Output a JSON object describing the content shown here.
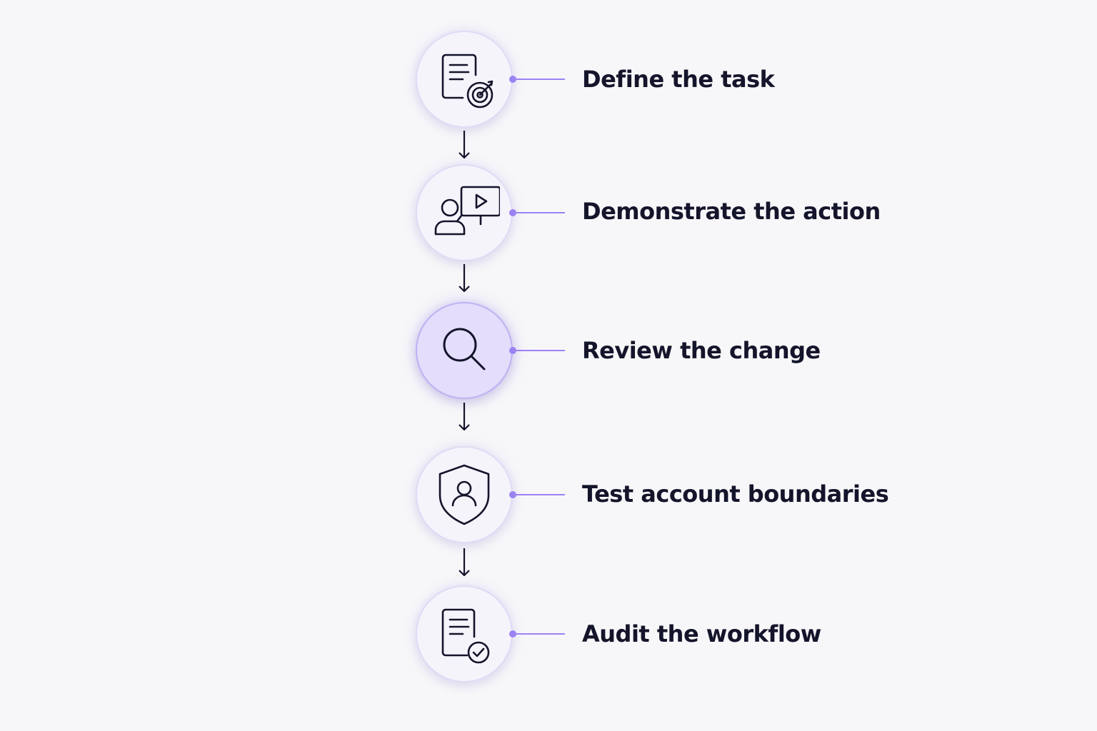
{
  "steps": [
    {
      "label": "Define the task",
      "icon": "document-target-icon",
      "active": false
    },
    {
      "label": "Demonstrate the action",
      "icon": "presenter-video-icon",
      "active": false
    },
    {
      "label": "Review the change",
      "icon": "magnifier-icon",
      "active": true
    },
    {
      "label": "Test account boundaries",
      "icon": "shield-user-icon",
      "active": false
    },
    {
      "label": "Audit the workflow",
      "icon": "document-check-icon",
      "active": false
    }
  ],
  "colors": {
    "background": "#f7f7f9",
    "accent": "#9b82f3",
    "active_fill": "#e4ddfb",
    "node_fill": "#f5f4fb",
    "text": "#14142b"
  }
}
